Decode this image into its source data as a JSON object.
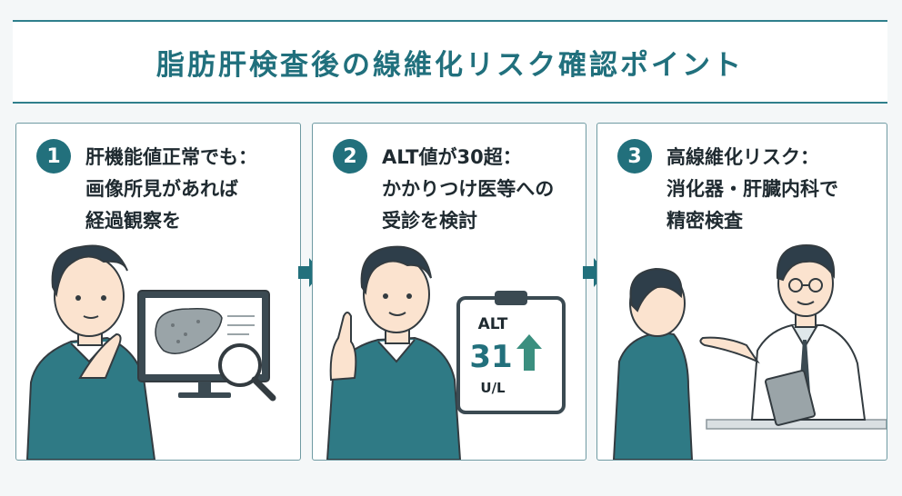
{
  "title": "脂肪肝検査後の線維化リスク確認ポイント",
  "colors": {
    "accent": "#21707d",
    "sweater": "#2f7a85",
    "skin": "#fbe3cf",
    "outline": "#333b40"
  },
  "steps": [
    {
      "number": "1",
      "lines": [
        "肝機能値正常でも：",
        "画像所見があれば",
        "経過観察を"
      ]
    },
    {
      "number": "2",
      "lines": [
        "ALT値が30超：",
        "かかりつけ医等への",
        "受診を検討"
      ]
    },
    {
      "number": "3",
      "lines": [
        "高線維化リスク：",
        "消化器・肝臓内科で",
        "精密検査"
      ]
    }
  ],
  "clipboard": {
    "label": "ALT",
    "value": "31",
    "unit": "U/L"
  },
  "icons": [
    "monitor-icon",
    "liver-icon",
    "magnifier-icon",
    "clipboard-icon",
    "up-arrow-icon",
    "next-arrow-icon"
  ]
}
